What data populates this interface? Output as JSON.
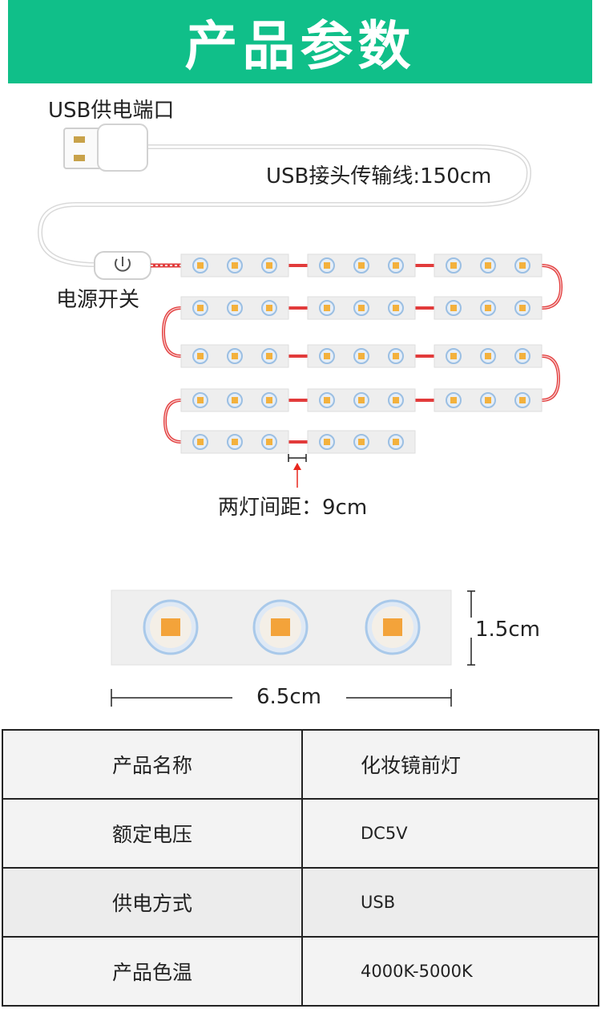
{
  "header": {
    "title": "产品参数",
    "bg_color": "#10bf89"
  },
  "diagram": {
    "usb_port_label": "USB供电端口",
    "cable_label": "USB接头传输线:150cm",
    "switch_label": "电源开关",
    "spacing_label": "两灯间距：9cm",
    "icons": [
      "usb-plug-icon",
      "power-icon"
    ]
  },
  "module": {
    "height_label": "1.5cm",
    "width_label": "6.5cm"
  },
  "specs": [
    {
      "name": "产品名称",
      "value": "化妆镜前灯"
    },
    {
      "name": "额定电压",
      "value": "DC5V"
    },
    {
      "name": "供电方式",
      "value": "USB"
    },
    {
      "name": "产品色温",
      "value": "4000K-5000K"
    }
  ]
}
